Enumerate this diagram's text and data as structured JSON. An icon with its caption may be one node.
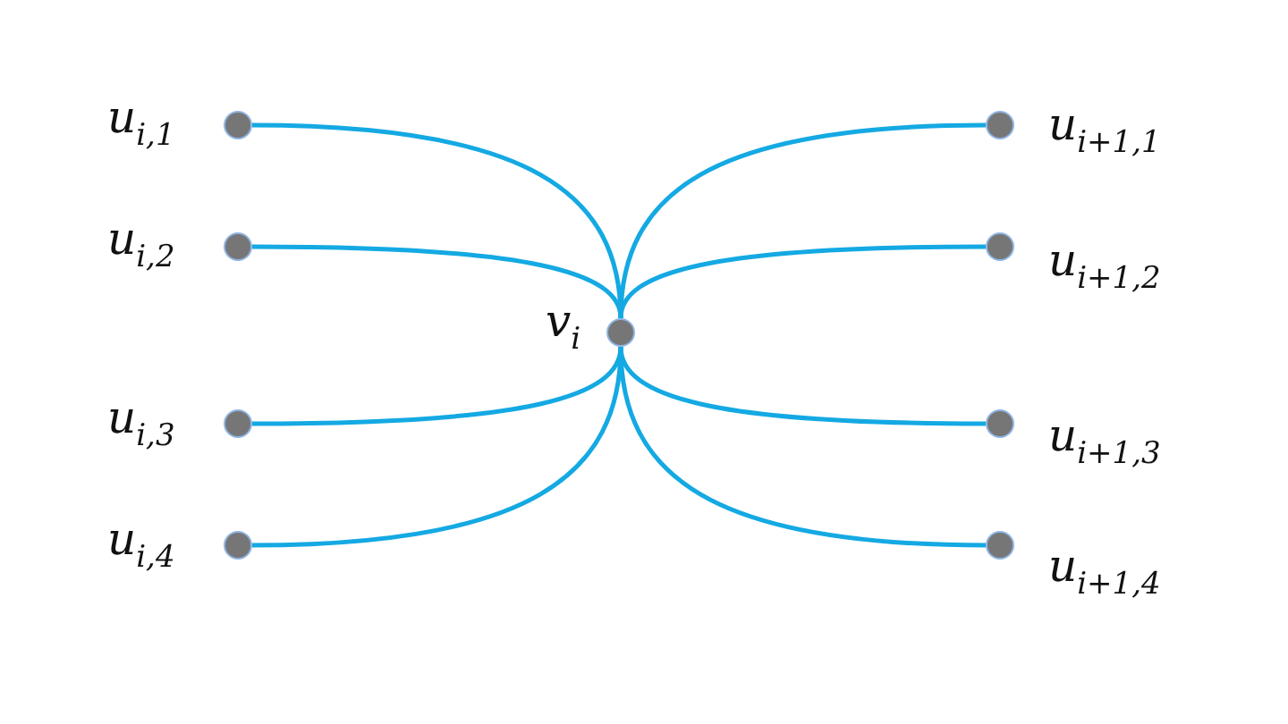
{
  "diagram": {
    "nodes": [
      {
        "text": [],
        "shape": "circle",
        "beside": [
          "u$_{i,1}$"
        ]
      },
      {
        "text": [],
        "shape": "circle",
        "beside": [
          "u$_{i,2}$"
        ]
      },
      {
        "text": [],
        "shape": "circle",
        "beside": [
          "u$_{i,3}$"
        ]
      },
      {
        "text": [],
        "shape": "circle",
        "beside": [
          "u$_{i,4}$"
        ]
      },
      {
        "text": [],
        "shape": "circle",
        "beside": [
          "v$_{i}$"
        ]
      },
      {
        "text": [],
        "shape": "circle",
        "beside": [
          "u$_{i+1,1}$"
        ]
      },
      {
        "text": [],
        "shape": "circle",
        "beside": [
          "u$_{i+1,2}$"
        ]
      },
      {
        "text": [],
        "shape": "circle",
        "beside": [
          "u$_{i+1,3}$"
        ]
      },
      {
        "text": [],
        "shape": "circle",
        "beside": [
          "u$_{i+1,4}$"
        ]
      }
    ],
    "edges": [
      {
        "from": 0,
        "to": 4,
        "arrow": "none"
      },
      {
        "from": 1,
        "to": 4,
        "arrow": "none"
      },
      {
        "from": 2,
        "to": 4,
        "arrow": "none"
      },
      {
        "from": 3,
        "to": 4,
        "arrow": "none"
      },
      {
        "from": 4,
        "to": 5,
        "arrow": "none"
      },
      {
        "from": 4,
        "to": 6,
        "arrow": "none"
      },
      {
        "from": 4,
        "to": 7,
        "arrow": "none"
      },
      {
        "from": 4,
        "to": 8,
        "arrow": "none"
      }
    ]
  }
}
